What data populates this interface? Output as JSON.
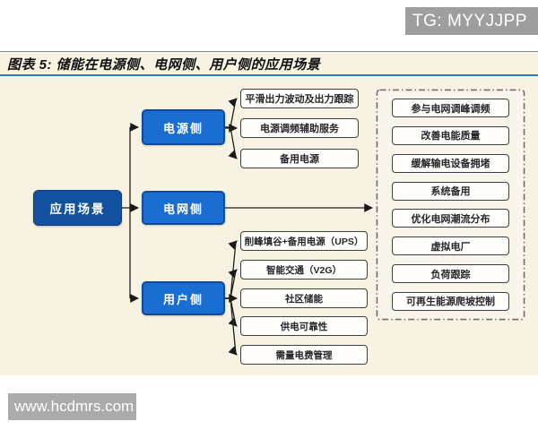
{
  "page": {
    "tg_badge": "TG: MYYJJPP",
    "watermark": "www.hcdmrs.com"
  },
  "figure": {
    "title": "图表 5: 储能在电源侧、电网侧、用户侧的应用场景"
  },
  "diagram": {
    "root_label": "应用场景",
    "branches": [
      {
        "label": "电源侧",
        "items": [
          "平滑出力波动及出力跟踪",
          "电源调频辅助服务",
          "备用电源"
        ]
      },
      {
        "label": "电网侧",
        "items": [
          "参与电网调峰调频",
          "改善电能质量",
          "缓解输电设备拥堵",
          "系统备用",
          "优化电网潮流分布",
          "虚拟电厂",
          "负荷跟踪",
          "可再生能源爬坡控制"
        ]
      },
      {
        "label": "用户侧",
        "items": [
          "削峰填谷+备用电源（UPS）",
          "智能交通（V2G）",
          "社区储能",
          "供电可靠性",
          "需量电费管理"
        ]
      }
    ]
  },
  "colors": {
    "root_box": "#11519f",
    "branch_box": "#1a6ed2",
    "title_rule": "#2e7bbd",
    "badge_gray": "#9e9e9e",
    "canvas_cream": "#f8f2e3",
    "line": "#202020"
  }
}
